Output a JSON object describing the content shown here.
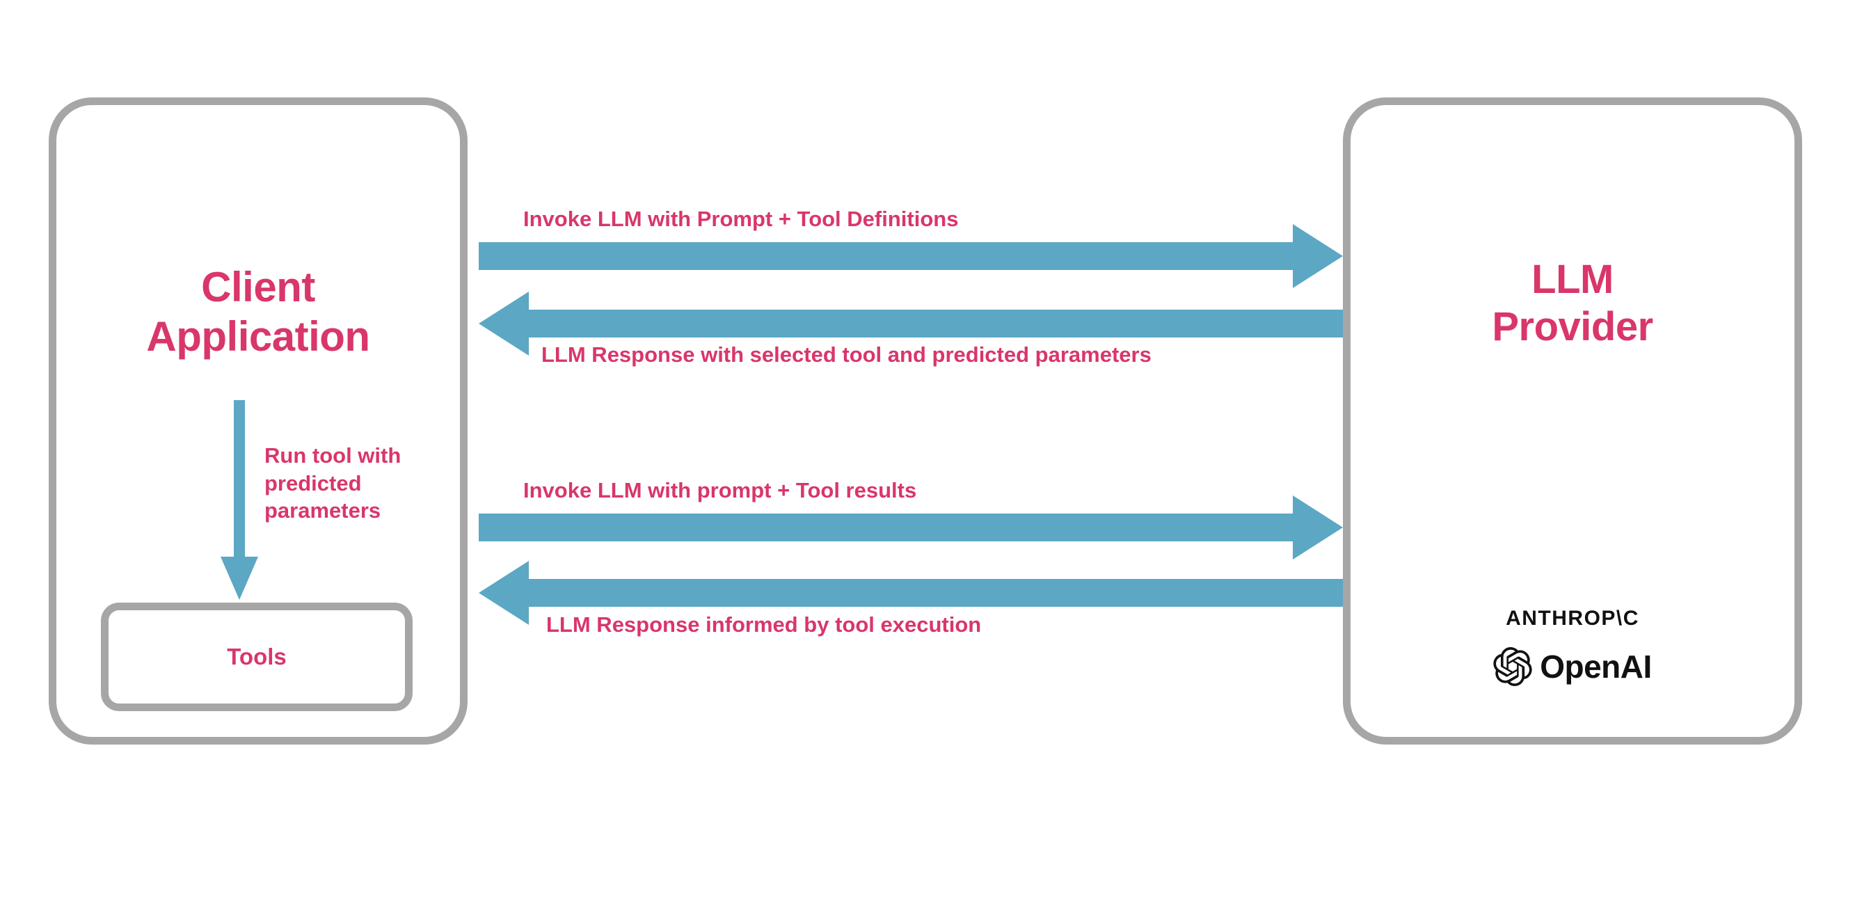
{
  "diagram": {
    "title": "LLM Tool Calling Flow",
    "background_color": "#ffffff",
    "accent_text_color": "#d9366a",
    "arrow_color": "#5ca7c4",
    "box_border_color": "#a6a6a6"
  },
  "nodes": {
    "client": {
      "title": "Client\nApplication",
      "inner": {
        "tools_label": "Tools"
      }
    },
    "provider": {
      "title": "LLM\nProvider",
      "logos": [
        {
          "name": "anthropic-wordmark",
          "text": "ANTHROP\\C"
        },
        {
          "name": "openai-logo",
          "text": "OpenAI"
        }
      ]
    }
  },
  "arrows": [
    {
      "id": "invoke-1",
      "label": "Invoke LLM with Prompt + Tool Definitions",
      "direction": "right",
      "from": "client",
      "to": "provider"
    },
    {
      "id": "response-1",
      "label": "LLM Response with selected tool and predicted parameters",
      "direction": "left",
      "from": "provider",
      "to": "client"
    },
    {
      "id": "invoke-2",
      "label": "Invoke LLM with prompt + Tool results",
      "direction": "right",
      "from": "client",
      "to": "provider"
    },
    {
      "id": "response-2",
      "label": "LLM Response informed by tool execution",
      "direction": "left",
      "from": "provider",
      "to": "client"
    },
    {
      "id": "run-tool",
      "label": "Run tool with predicted parameters",
      "direction": "down",
      "from": "client",
      "to": "tools"
    }
  ]
}
